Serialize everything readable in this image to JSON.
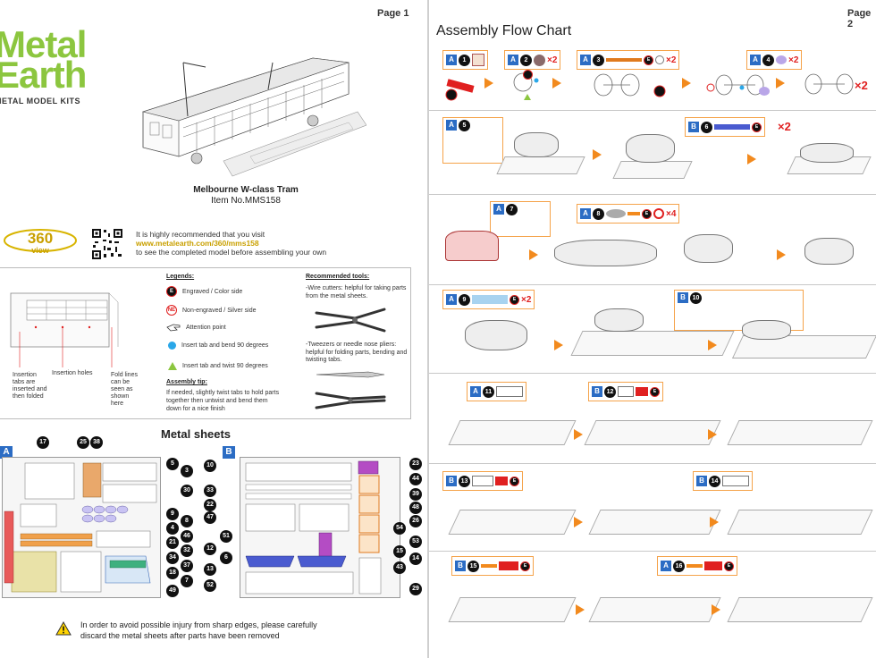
{
  "page1": {
    "page_label": "Page 1",
    "logo": {
      "line1": "Metal",
      "line2": "Earth",
      "tagline": "METAL MODEL KITS"
    },
    "model_name": "Melbourne W-class Tram",
    "item_no": "Item  No.MMS158",
    "badge_360": {
      "number": "360",
      "word": "view"
    },
    "visit": {
      "line1": "It is highly recommended that you visit",
      "url": "www.metalearth.com/360/mms158",
      "line3": "to see the completed model before assembling your own"
    },
    "insertion_notes": {
      "tabs": "Insertion tabs are inserted and then folded",
      "holes": "Insertion holes",
      "fold": "Fold lines can be seen as shown here"
    },
    "legends": {
      "title": "Legends:",
      "items": [
        {
          "symbol": "E",
          "text": "Engraved / Color side"
        },
        {
          "symbol": "NE",
          "text": "Non-engraved / Silver side"
        },
        {
          "symbol": "hand",
          "text": "Attention point"
        },
        {
          "symbol": "blue-dot",
          "text": "Insert tab and bend 90 degrees"
        },
        {
          "symbol": "green-triangle",
          "text": "Insert tab and twist 90 degrees"
        }
      ]
    },
    "assembly_tip": {
      "title": "Assembly tip:",
      "text": "If needed, slightly twist tabs to hold parts together then untwist and bend them down for a nice finish"
    },
    "tools": {
      "title": "Recommended tools:",
      "wire_cutters": "-Wire cutters: helpful for taking parts from the metal sheets.",
      "tweezers": "-Tweezers or needle nose pliers: helpful for folding parts, bending and twisting tabs."
    },
    "sheets_title": "Metal sheets",
    "sheet_a": {
      "letter": "A",
      "top_numbers": [
        "17",
        "25",
        "38"
      ],
      "right_numbers": [
        "5",
        "3",
        "30",
        "9",
        "8",
        "4",
        "46",
        "21",
        "32",
        "34",
        "37",
        "18",
        "7",
        "49"
      ]
    },
    "sheet_b": {
      "letter": "B",
      "left_numbers": [
        "10",
        "33",
        "22",
        "47",
        "51",
        "12",
        "6",
        "13",
        "52"
      ],
      "right_numbers": [
        "23",
        "44",
        "39",
        "48",
        "26",
        "54",
        "53",
        "15",
        "14",
        "43",
        "29"
      ]
    },
    "warning": {
      "line1": "In order to avoid possible injury from sharp edges, please carefully",
      "line2": "discard the metal sheets after parts have been removed"
    }
  },
  "page2": {
    "page_label": "Page 2",
    "title": "Assembly Flow Chart",
    "steps": [
      {
        "sheet": "A",
        "num": "1",
        "mult": ""
      },
      {
        "sheet": "A",
        "num": "2",
        "mult": "×2"
      },
      {
        "sheet": "A",
        "num": "3",
        "mult": "×2"
      },
      {
        "sheet": "A",
        "num": "4",
        "mult": "×2"
      },
      {
        "sheet": "A",
        "num": "5",
        "mult": ""
      },
      {
        "sheet": "B",
        "num": "6",
        "mult": "×2"
      },
      {
        "sheet": "A",
        "num": "7",
        "mult": ""
      },
      {
        "sheet": "A",
        "num": "8",
        "mult": "×4"
      },
      {
        "sheet": "A",
        "num": "9",
        "mult": "×2"
      },
      {
        "sheet": "B",
        "num": "10",
        "mult": ""
      },
      {
        "sheet": "A",
        "num": "11",
        "mult": ""
      },
      {
        "sheet": "B",
        "num": "12",
        "mult": ""
      },
      {
        "sheet": "B",
        "num": "13",
        "mult": ""
      },
      {
        "sheet": "B",
        "num": "14",
        "mult": ""
      },
      {
        "sheet": "B",
        "num": "15",
        "mult": ""
      },
      {
        "sheet": "A",
        "num": "16",
        "mult": ""
      }
    ],
    "row1_extra_mult": "×2",
    "e_label": "E",
    "ne_label": "NE"
  },
  "colors": {
    "brand_green": "#8cc63f",
    "sheet_blue": "#2b6cc4",
    "arrow_orange": "#f28a1e",
    "url_gold": "#c9a000",
    "mark_red": "#e02020",
    "tab_blue": "#2aa7e8"
  }
}
